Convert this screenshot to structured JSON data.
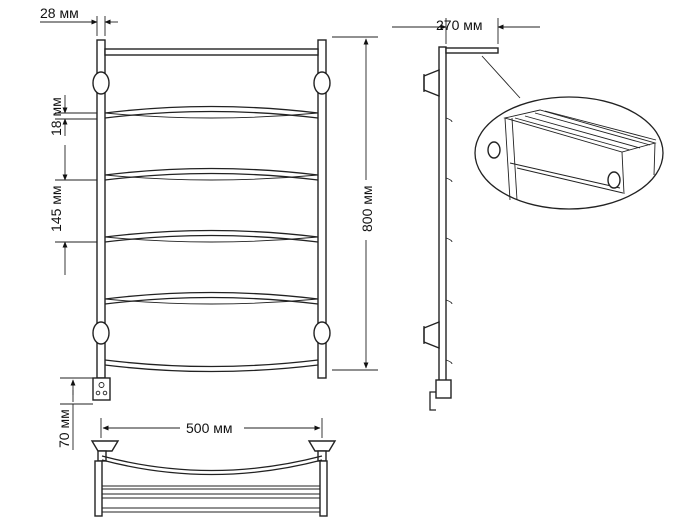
{
  "dimensions": {
    "pipe_diameter": "28 мм",
    "gap": "18 мм",
    "pitch": "145 мм",
    "height": "800 мм",
    "depth": "270 мм",
    "width": "500 мм",
    "bottom_offset": "70 мм"
  },
  "colors": {
    "line": "#222222",
    "background": "#ffffff"
  }
}
